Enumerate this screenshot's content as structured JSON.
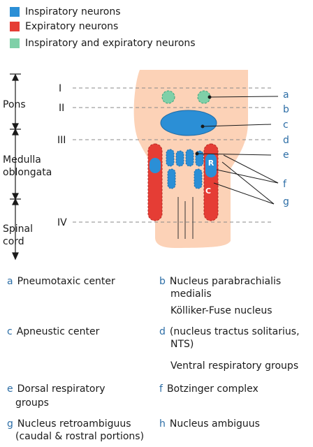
{
  "legend": [
    {
      "label": "Inspiratory neurons",
      "color": "#2b8fd6"
    },
    {
      "label": "Expiratory neurons",
      "color": "#e53d35"
    },
    {
      "label": "Inspiratory and expiratory neurons",
      "color": "#7fd0a8"
    }
  ],
  "regions": {
    "pons": "Pons",
    "medulla_1": "Medulla",
    "medulla_2": "oblongata",
    "spinal_1": "Spinal",
    "spinal_2": "cord"
  },
  "levels": [
    "I",
    "II",
    "III",
    "IV"
  ],
  "letters": [
    "a",
    "b",
    "c",
    "d",
    "e",
    "f",
    "g"
  ],
  "inner_labels": {
    "r": "R",
    "c": "C"
  },
  "key": {
    "a": {
      "letter": "a",
      "text": "Pneumotaxic center"
    },
    "b": {
      "letter": "b",
      "text_1": "Nucleus parabrachialis",
      "text_2": "medialis",
      "text_3": "Kölliker-Fuse nucleus"
    },
    "c": {
      "letter": "c",
      "text": "Apneustic center"
    },
    "d": {
      "letter": "d",
      "text_1": "(nucleus tractus solitarius,",
      "text_2": "NTS)",
      "text_3": "Ventral respiratory groups"
    },
    "e": {
      "letter": "e",
      "text_1": "Dorsal respiratory",
      "text_2": "groups"
    },
    "f": {
      "letter": "f",
      "text": "Botzinger complex"
    },
    "g": {
      "letter": "g",
      "text_1": "Nucleus retroambiguus",
      "text_2": "(caudal & rostral portions)"
    },
    "h": {
      "letter": "h",
      "text": "Nucleus ambiguus"
    }
  },
  "colors": {
    "tissue": "#fcd2b7",
    "accent": "#2d6ea6",
    "blue": "#2b8fd6",
    "red": "#e53d35",
    "green": "#7fd0a8"
  }
}
